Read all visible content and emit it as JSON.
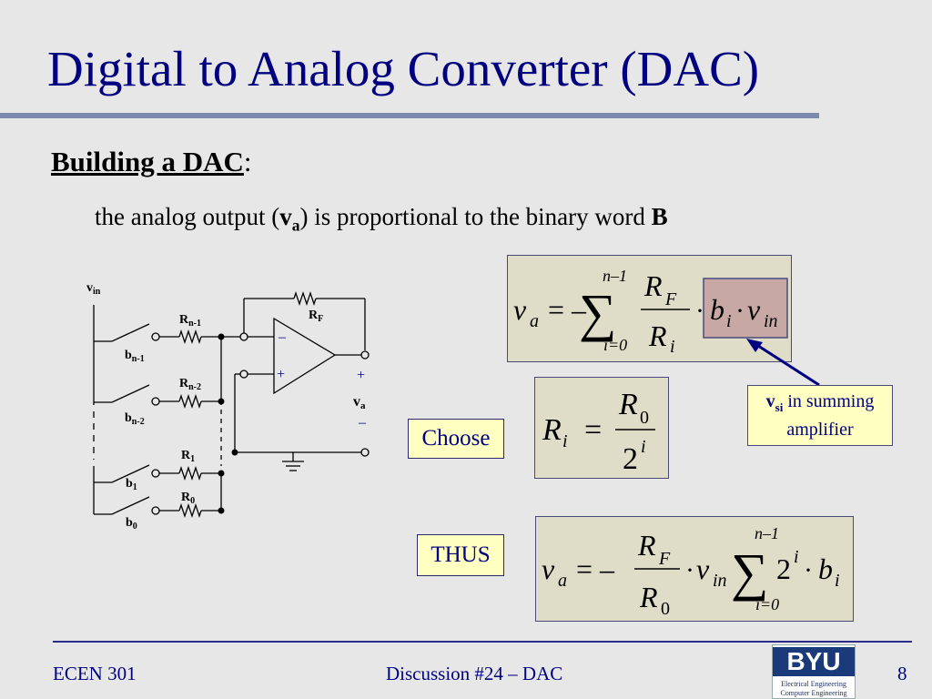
{
  "slide": {
    "title": "Digital to Analog Converter (DAC)",
    "subhead_bold": "Building a DAC",
    "subhead_colon": ":",
    "line": {
      "pre": "the analog output (",
      "v": "v",
      "a": "a",
      "mid": ") is proportional to the binary word ",
      "B": "B"
    }
  },
  "circuit": {
    "vin": "v",
    "vin_sub": "in",
    "rf": "R",
    "rf_sub": "F",
    "rn1": "R",
    "rn1_sub": "n-1",
    "rn2": "R",
    "rn2_sub": "n-2",
    "r1": "R",
    "r1_sub": "1",
    "r0": "R",
    "r0_sub": "0",
    "bn1": "b",
    "bn1_sub": "n-1",
    "bn2": "b",
    "bn2_sub": "n-2",
    "b1": "b",
    "b1_sub": "1",
    "b0": "b",
    "b0_sub": "0",
    "minus_in": "–",
    "plus_in": "+",
    "out_plus": "+",
    "out_minus": "–",
    "va": "v",
    "va_sub": "a"
  },
  "equations": {
    "eq1": {
      "v": "v",
      "a": "a",
      "eq": "= –",
      "top": "n–1",
      "bot": "i=0",
      "rf": "R",
      "f": "F",
      "ri": "R",
      "i": "i",
      "dot1": "·",
      "b": "b",
      "bi": "i",
      "dot2": "·",
      "vin": "v",
      "in": "in"
    },
    "eq2": {
      "r": "R",
      "i": "i",
      "eq": "=",
      "r0": "R",
      "zero": "0",
      "two": "2",
      "exp": "i"
    },
    "eq3": {
      "v": "v",
      "a": "a",
      "eq": "= –",
      "rf": "R",
      "f": "F",
      "r0": "R",
      "zero": "0",
      "dot1": "·",
      "vin": "v",
      "in": "in",
      "top": "n–1",
      "bot": "i=0",
      "two": "2",
      "exp": "i",
      "dot2": "·",
      "b": "b",
      "bi": "i"
    }
  },
  "labels": {
    "choose": "Choose",
    "thus": "THUS",
    "callout_v": "v",
    "callout_sub": "si",
    "callout_rest": " in summing",
    "callout_line2": "amplifier"
  },
  "footer": {
    "left": "ECEN 301",
    "center": "Discussion #24 – DAC",
    "page": "8",
    "logo_main": "BYU",
    "logo_line1": "Electrical Engineering",
    "logo_line2": "Computer Engineering"
  },
  "colors": {
    "title": "#000080",
    "background": "#e7e7e7",
    "equation_box": "#dfddc8",
    "highlight_box": "#c8a8a4",
    "label_box": "#ffffc2"
  }
}
